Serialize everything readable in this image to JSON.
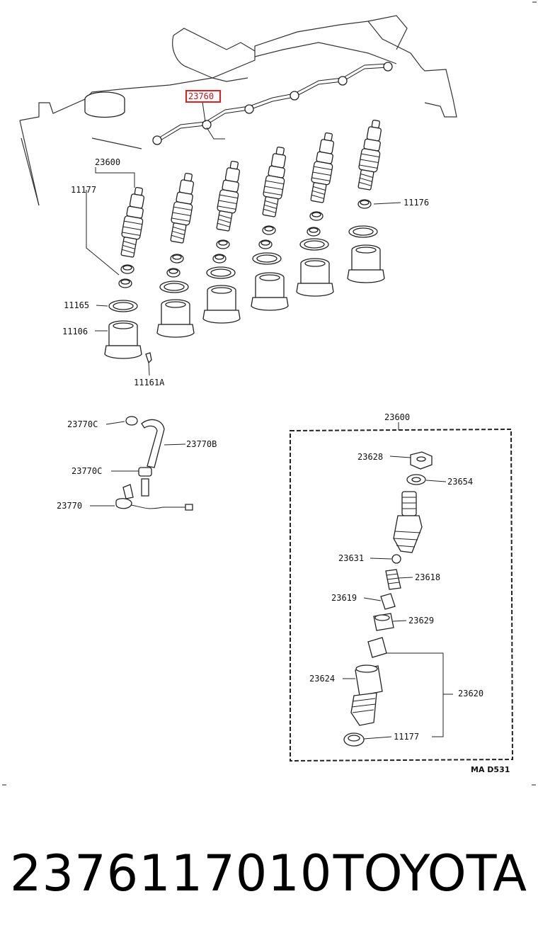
{
  "diagram": {
    "labels": {
      "l23760": "23760",
      "l23600_top": "23600",
      "l11177_top": "11177",
      "l11176": "11176",
      "l11165": "11165",
      "l11106": "11106",
      "l11161A": "11161A",
      "l23770C_a": "23770C",
      "l23770B": "23770B",
      "l23770C_b": "23770C",
      "l23770": "23770",
      "l23600_box": "23600",
      "l23628": "23628",
      "l23654": "23654",
      "l23631": "23631",
      "l23618": "23618",
      "l23619": "23619",
      "l23629": "23629",
      "l23624": "23624",
      "l23620": "23620",
      "l11177_box": "11177"
    },
    "diagram_code": "MA D531",
    "highlight_color": "#e02020"
  },
  "footer": {
    "part_number": "2376117010",
    "brand": "TOYOTA"
  }
}
